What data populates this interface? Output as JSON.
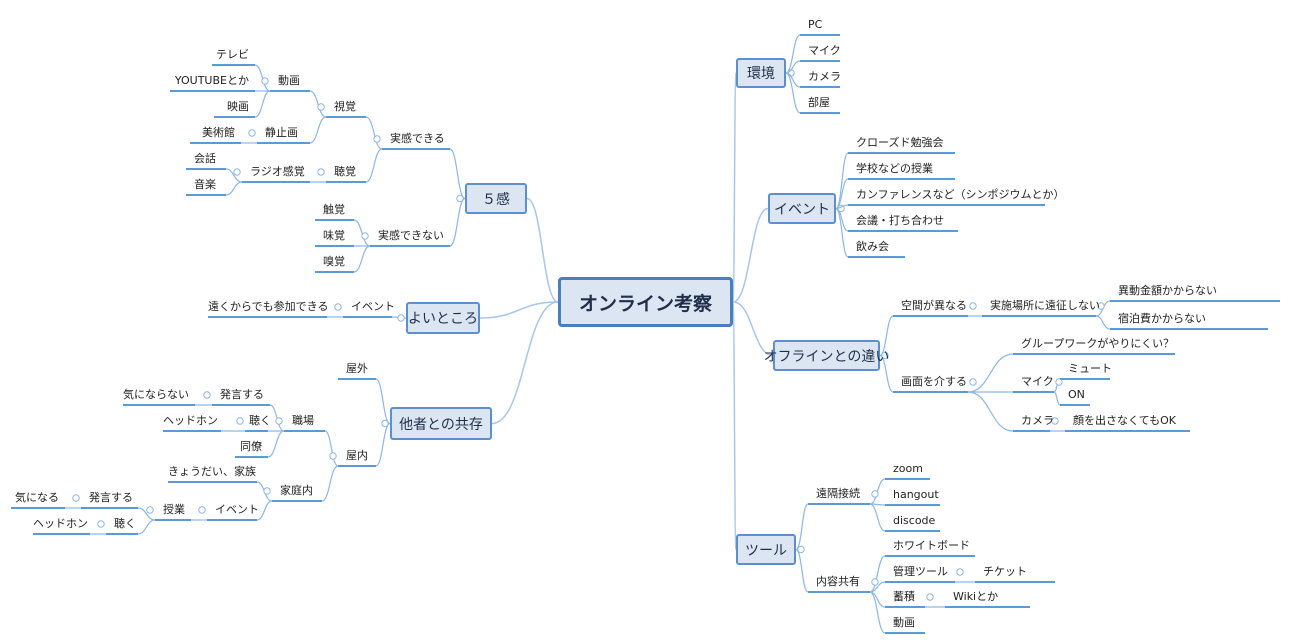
{
  "center": "オンライン考察",
  "kankyo": {
    "label": "環境",
    "items": [
      "PC",
      "マイク",
      "カメラ",
      "部屋"
    ]
  },
  "event": {
    "label": "イベント",
    "items": [
      "クローズド勉強会",
      "学校などの授業",
      "カンファレンスなど（シンポジウムとか）",
      "会議・打ち合わせ",
      "飲み会"
    ]
  },
  "offline": {
    "label": "オフラインとの違い",
    "kukan": "空間が異なる",
    "ensei": "実施場所に遠征しない",
    "ensei_items": [
      "異動金額かからない",
      "宿泊費かからない"
    ],
    "gamen": "画面を介する",
    "group": "グループワークがやりにくい？",
    "mic": "マイク",
    "mic_items": [
      "ミュート",
      "ON"
    ],
    "camera": "カメラ",
    "camera_item": "顔を出さなくてもOK"
  },
  "tool": {
    "label": "ツール",
    "enkaku": "遠隔接続",
    "enkaku_items": [
      "zoom",
      "hangout",
      "discode"
    ],
    "naiyou": "内容共有",
    "whiteboard": "ホワイトボード",
    "kanri": "管理ツール",
    "ticket": "チケット",
    "chikuseki": "蓄積",
    "wiki": "Wikiとか",
    "douga": "動画"
  },
  "gokan": {
    "label": "５感",
    "jikkan": "実感できる",
    "shikaku": "視覚",
    "douga": "動画",
    "douga_items": [
      "テレビ",
      "YOUTUBEとか",
      "映画"
    ],
    "seishiga": "静止画",
    "bijutsukan": "美術館",
    "choukaku": "聴覚",
    "radio": "ラジオ感覚",
    "radio_items": [
      "会話",
      "音楽"
    ],
    "jikkan_nai": "実感できない",
    "nai_items": [
      "触覚",
      "味覚",
      "嗅覚"
    ]
  },
  "yoi": {
    "label": "よいところ",
    "event": "イベント",
    "tooku": "遠くからでも参加できる"
  },
  "kyozon": {
    "label": "他者との共存",
    "okugai": "屋外",
    "okunai": "屋内",
    "shokuba": "職場",
    "hatsugen1": "発言する",
    "kinara": "気にならない",
    "kiku1": "聴く",
    "headphone1": "ヘッドホン",
    "douryou": "同僚",
    "katei": "家庭内",
    "kyoudai": "きょうだい、家族",
    "event": "イベント",
    "jugyou": "授業",
    "hatsugen2": "発言する",
    "kininaru": "気になる",
    "kiku2": "聴く",
    "headphone2": "ヘッドホン"
  }
}
